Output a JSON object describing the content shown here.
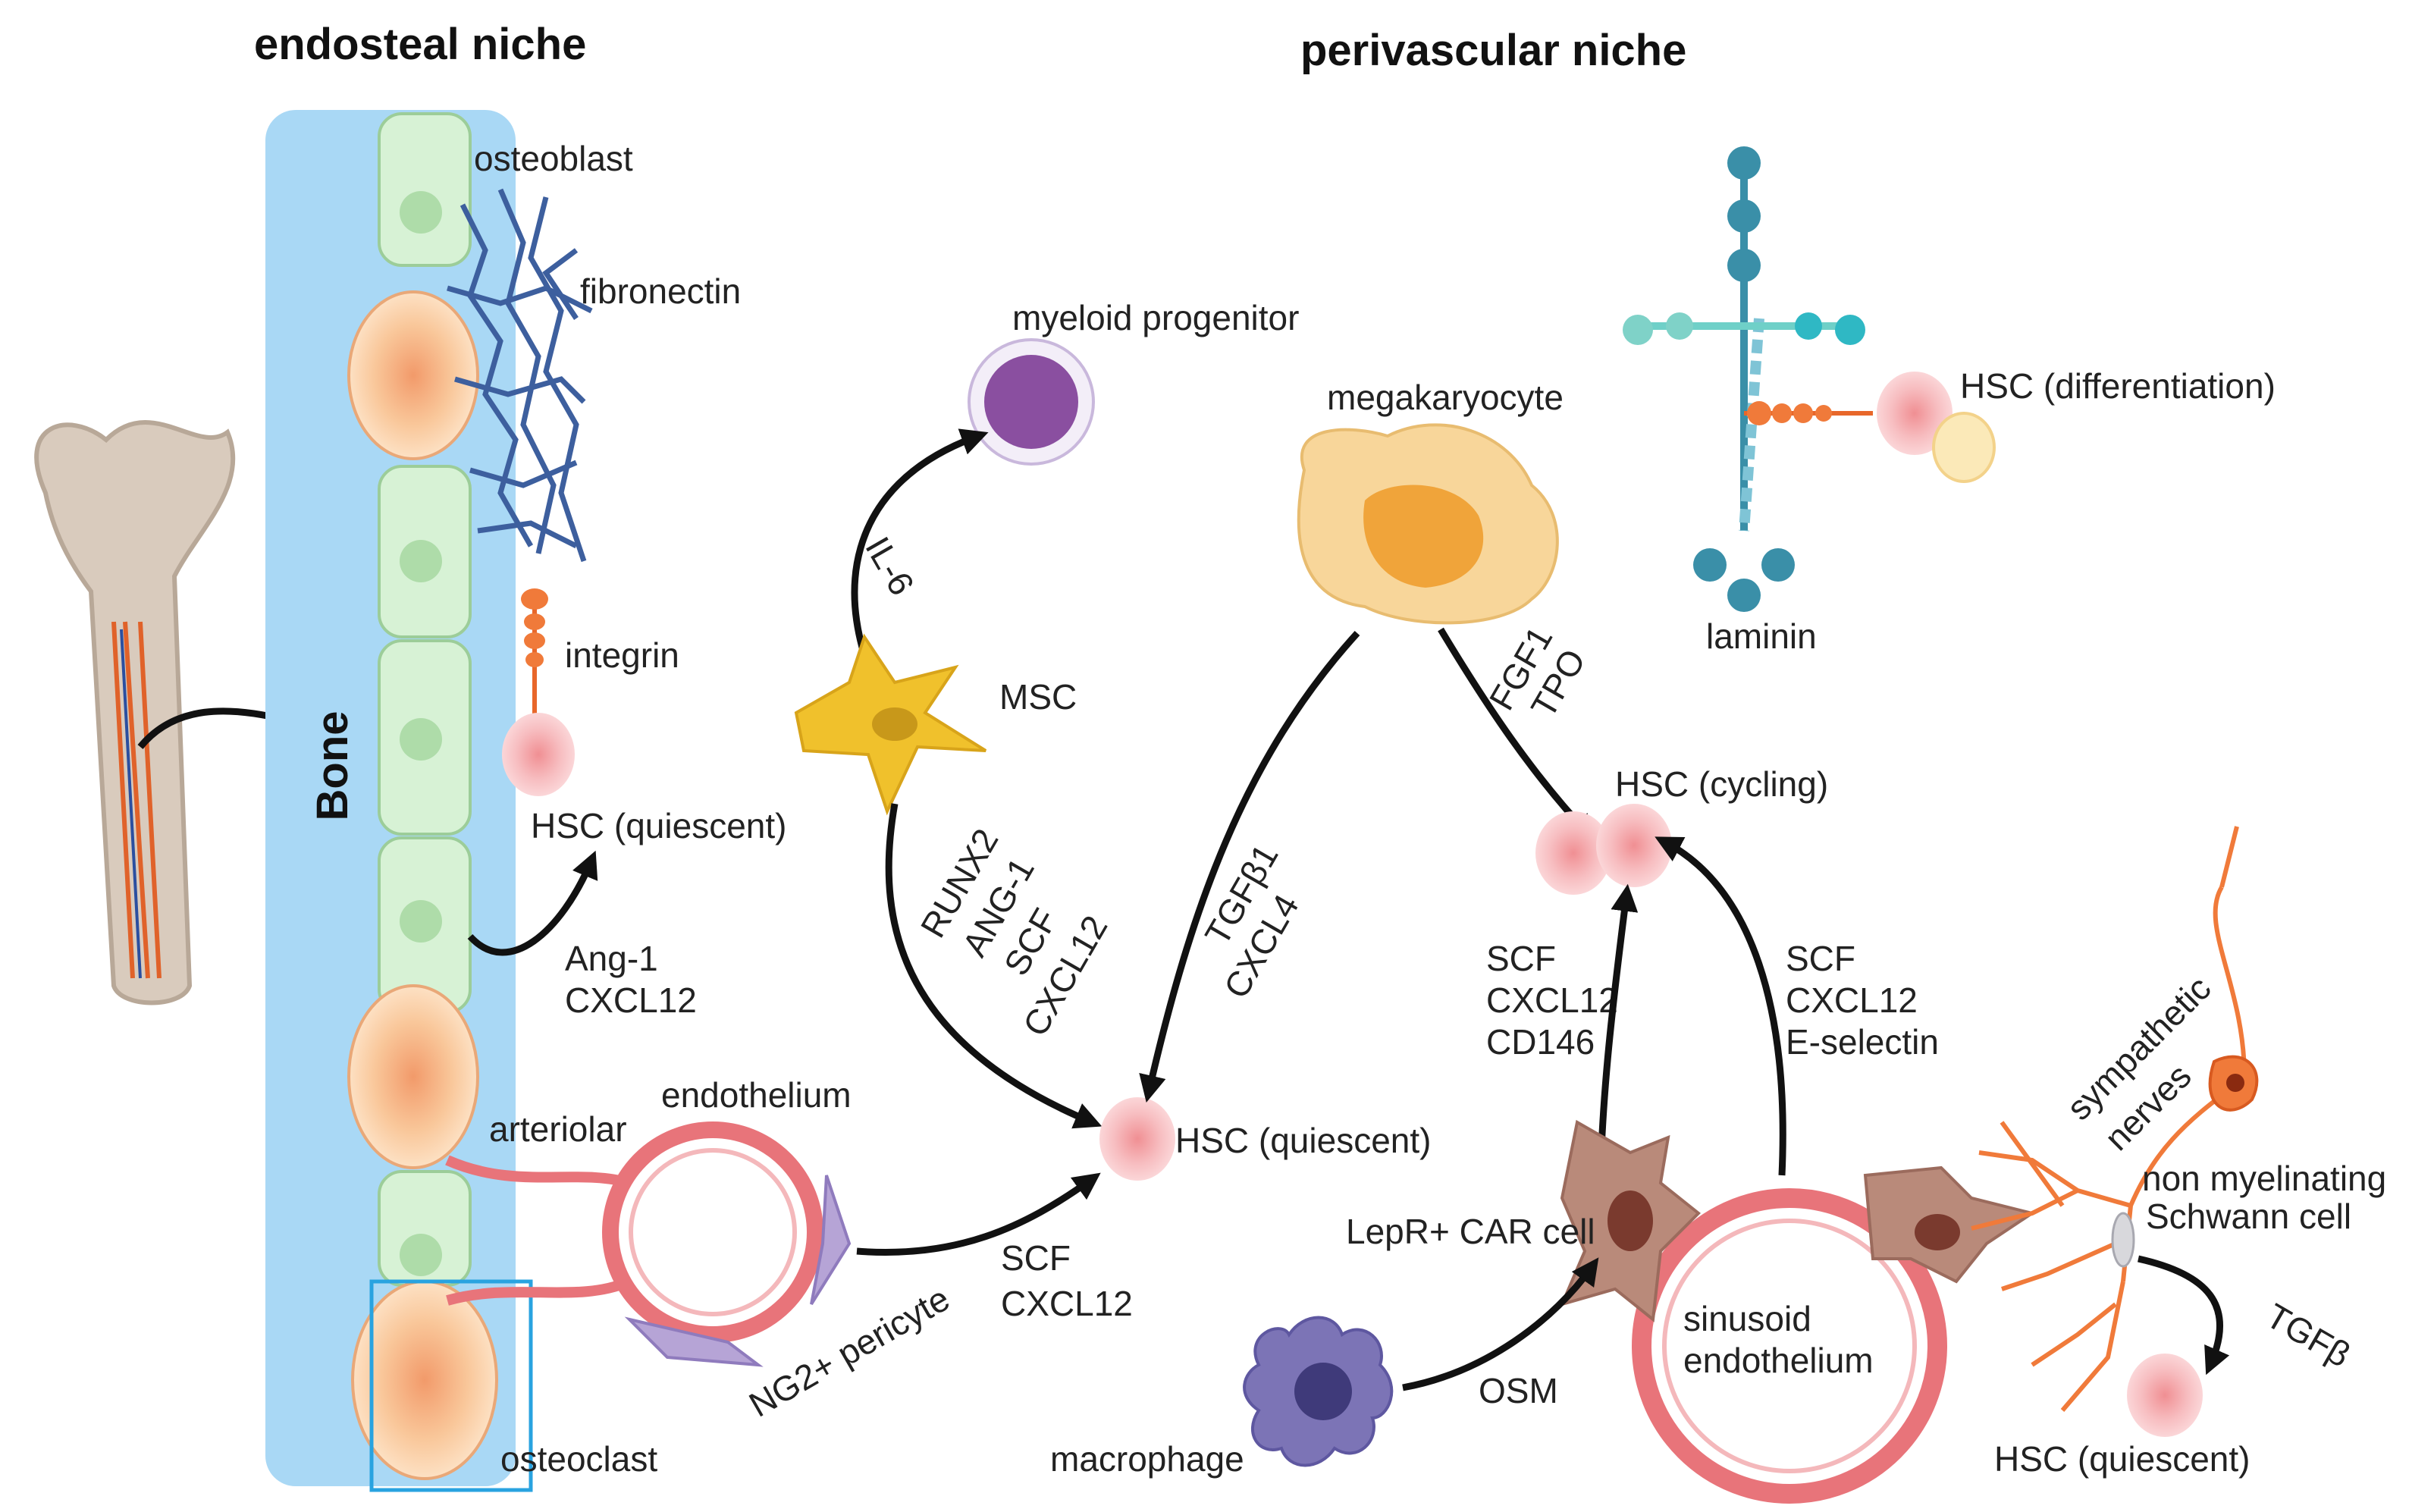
{
  "headings": {
    "endosteal": "endosteal niche",
    "perivascular": "perivascular niche"
  },
  "labels": {
    "bone": "Bone",
    "osteoblast": "osteoblast",
    "fibronectin": "fibronectin",
    "integrin": "integrin",
    "hsc_quiescent_1": "HSC (quiescent)",
    "ang1_1": "Ang-1",
    "cxcl12_1": "CXCL12",
    "arteriolar": "arteriolar",
    "endothelium": "endothelium",
    "ng2_pericyte": "NG2+ pericyte",
    "osteoclast": "osteoclast",
    "myeloid_progenitor": "myeloid progenitor",
    "il6": "IL-6",
    "msc": "MSC",
    "runx2": "RUNX2",
    "ang1_2": "ANG-1",
    "scf_2": "SCF",
    "cxcl12_2": "CXCL12",
    "scf_3": "SCF",
    "cxcl12_3": "CXCL12",
    "hsc_quiescent_2": "HSC (quiescent)",
    "megakaryocyte": "megakaryocyte",
    "tgfb1": "TGFβ1",
    "cxcl4": "CXCL4",
    "fgf1": "FGF1",
    "tpo": "TPO",
    "laminin": "laminin",
    "hsc_differentiation": "HSC (differentiation)",
    "hsc_cycling": "HSC (cycling)",
    "scf_4": "SCF",
    "cxcl12_4": "CXCL12",
    "cd146": "CD146",
    "scf_5": "SCF",
    "cxcl12_5": "CXCL12",
    "eselectin": "E-selectin",
    "lepr_car": "LepR+ CAR cell",
    "sinusoid": "sinusoid",
    "sinusoid_endothelium": "endothelium",
    "macrophage": "macrophage",
    "osm": "OSM",
    "sympathetic": "sympathetic",
    "nerves": "nerves",
    "non_myelinating": "non myelinating",
    "schwann_cell": "Schwann cell",
    "tgfb": "TGFβ",
    "hsc_quiescent_3": "HSC (quiescent)"
  },
  "colors": {
    "bone": "#a9d8f5",
    "osteoblast": "#d7f2d5",
    "osteoclast": "#f9c79a",
    "hsc": "#f7c1c4",
    "msc": "#f0c12c",
    "myeloid": "#8a4fa0",
    "megakaryocyte": "#f8d69a",
    "macrophage": "#7c74b6",
    "vessel": "#e8747a",
    "pericyte": "#b6a4d6",
    "laminin": "#3a8fa8",
    "nerve": "#f07a3a",
    "car_cell": "#b98a7a"
  }
}
